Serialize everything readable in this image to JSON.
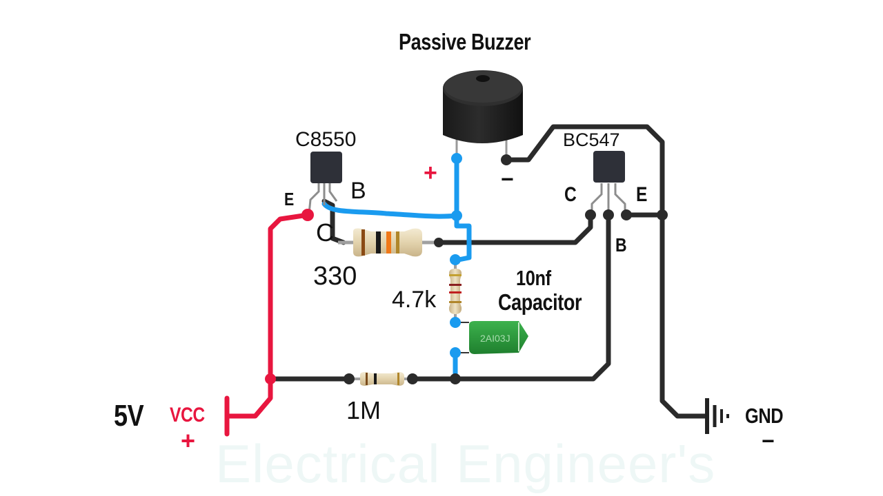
{
  "diagram": {
    "title": "Passive Buzzer",
    "watermark": "Electrical Engineer's",
    "colors": {
      "background": "#ffffff",
      "wire_dark": "#2b2b2b",
      "wire_vcc": "#e8163f",
      "wire_blue": "#1a9bef",
      "capacitor_green": "#2e9e3e",
      "transistor_body": "#2e3038"
    },
    "components": {
      "buzzer": {
        "label": "Passive Buzzer",
        "plus": "+",
        "minus": "−"
      },
      "q1": {
        "label": "C8550",
        "pins": {
          "e": "E",
          "b": "B",
          "c": "C"
        }
      },
      "q2": {
        "label": "BC547",
        "pins": {
          "c": "C",
          "b": "B",
          "e": "E"
        }
      },
      "r1": {
        "label": "330"
      },
      "r2": {
        "label": "4.7k"
      },
      "r3": {
        "label": "1M"
      },
      "c1": {
        "label_line1": "10nf",
        "label_line2": "Capacitor",
        "marking": "2AI03J"
      },
      "supply": {
        "voltage": "5V",
        "name": "VCC",
        "polarity": "+"
      },
      "ground": {
        "name": "GND",
        "polarity": "−"
      }
    }
  }
}
